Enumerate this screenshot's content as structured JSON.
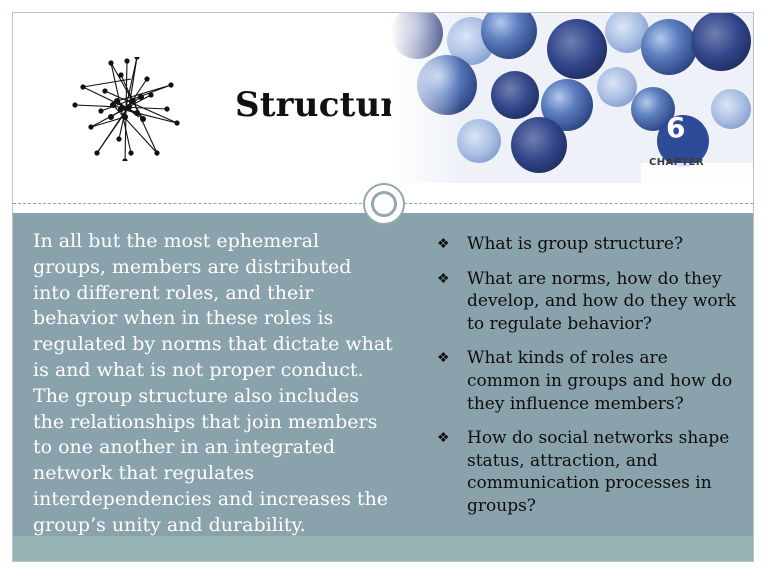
{
  "header": {
    "title": "Structure"
  },
  "chapter": {
    "number": "6",
    "label": "CHAPTER"
  },
  "body": {
    "paragraph": "In all but the most ephemeral groups, members are distributed into different roles, and their behavior when in these roles is regulated by norms that dictate what is and what is not proper conduct. The group structure also includes the relationships that join members to one another in an integrated network that regulates interdependencies and increases the group’s unity and durability."
  },
  "questions": [
    "What is group structure?",
    "What are norms, how do they develop, and how do they work to regulate behavior?",
    "What kinds of roles are common in groups and how do they influence members?",
    "How do social networks shape status, attraction, and communication processes in groups?"
  ],
  "bullet_glyph": "❖",
  "colors": {
    "content_bg": "#8aa2ac",
    "footer_band": "#94b3b2",
    "sphere_blue": "#3f63a8",
    "ring": "#92a9b0"
  }
}
